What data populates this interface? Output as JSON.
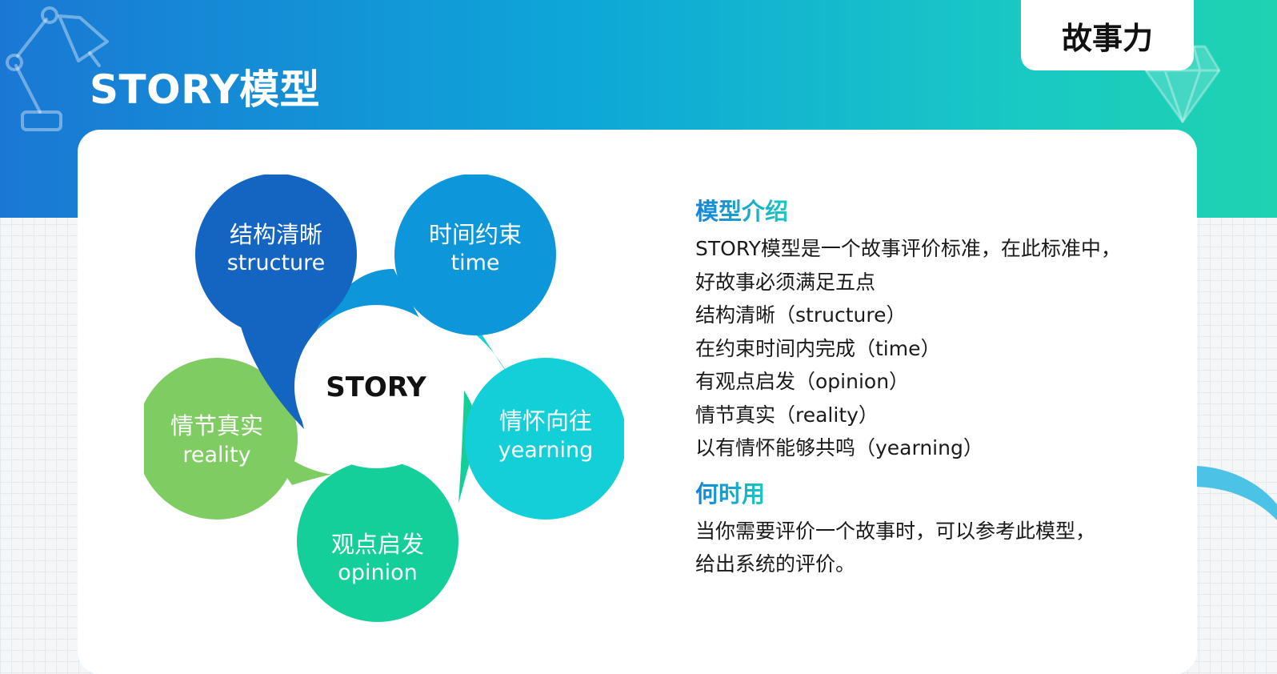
{
  "header": {
    "title": "STORY模型",
    "tab_label": "故事力"
  },
  "decorations": {
    "lamp": "desk-lamp-icon",
    "diamond": "diamond-icon",
    "arc": "arc-decoration"
  },
  "diagram": {
    "center_label": "STORY",
    "petals": [
      {
        "cn": "结构清晰",
        "en": "structure",
        "color": "#1464c2"
      },
      {
        "cn": "时间约束",
        "en": "time",
        "color": "#0d97da"
      },
      {
        "cn": "情怀向往",
        "en": "yearning",
        "color": "#12cfd8"
      },
      {
        "cn": "观点启发",
        "en": "opinion",
        "color": "#14cf9a"
      },
      {
        "cn": "情节真实",
        "en": "reality",
        "color": "#7fcc63"
      }
    ]
  },
  "intro": {
    "heading": "模型介绍",
    "lines": [
      "STORY模型是一个故事评价标准，在此标准中，",
      "好故事必须满足五点",
      "结构清晰（structure）",
      "在约束时间内完成（time）",
      "有观点启发（opinion）",
      "情节真实（reality）",
      "以有情怀能够共鸣（yearning）"
    ]
  },
  "usage": {
    "heading": "何时用",
    "lines": [
      "当你需要评价一个故事时，可以参考此模型，",
      "给出系统的评价。"
    ]
  }
}
